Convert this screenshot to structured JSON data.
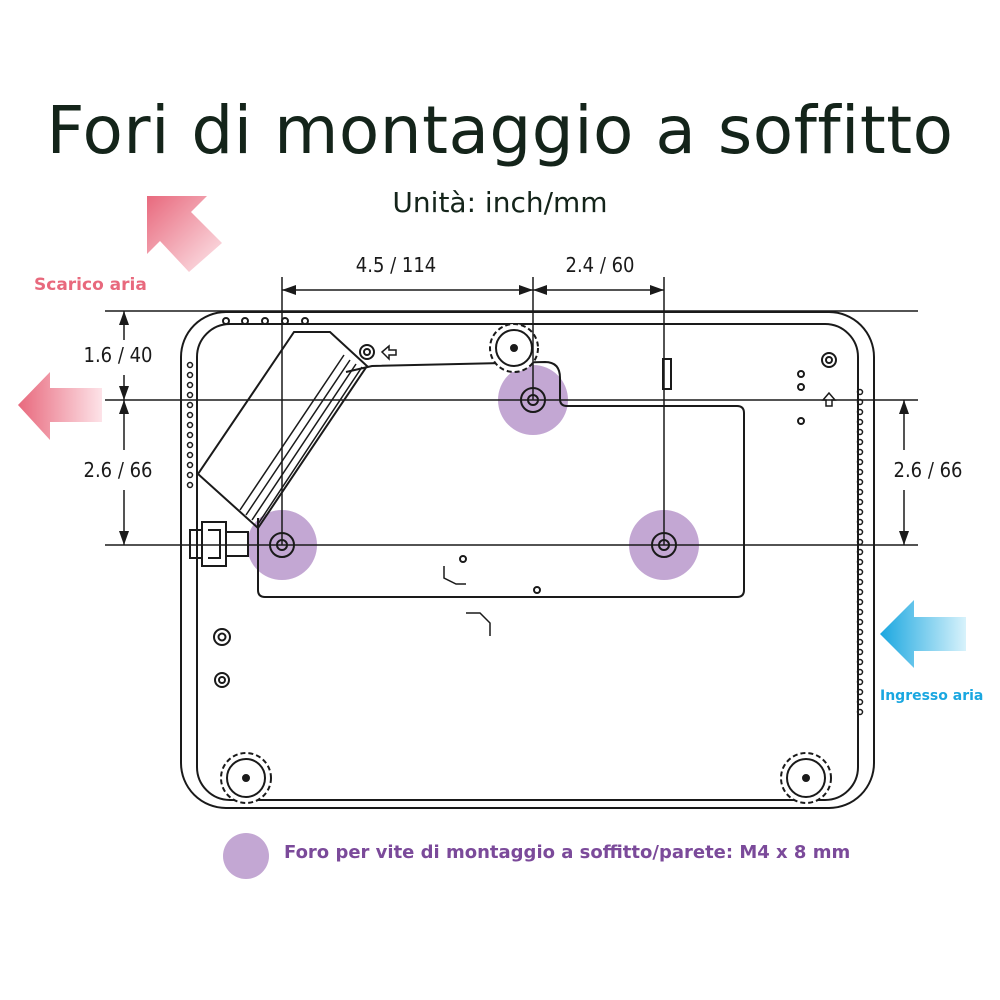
{
  "title": "Fori di montaggio a soffitto",
  "subtitle": "Unità: inch/mm",
  "air_outlet": {
    "label": "Scarico aria"
  },
  "air_inlet": {
    "label": "Ingresso aria"
  },
  "dimensions": {
    "horizontal_1": "4.5 / 114",
    "horizontal_2": "2.4 / 60",
    "vertical_1": "1.6 / 40",
    "vertical_2": "2.6 / 66",
    "vertical_3": "2.6 / 66"
  },
  "legend": {
    "text": "Foro per vite di montaggio a soffitto/parete: M4 x 8 mm"
  },
  "colors": {
    "title": "#14241a",
    "hole": "#c3a7d3",
    "legend_text": "#7b4a9a",
    "air_outlet": "#e8697d",
    "air_inlet": "#1aa7e0",
    "line": "#1a1a1a"
  }
}
